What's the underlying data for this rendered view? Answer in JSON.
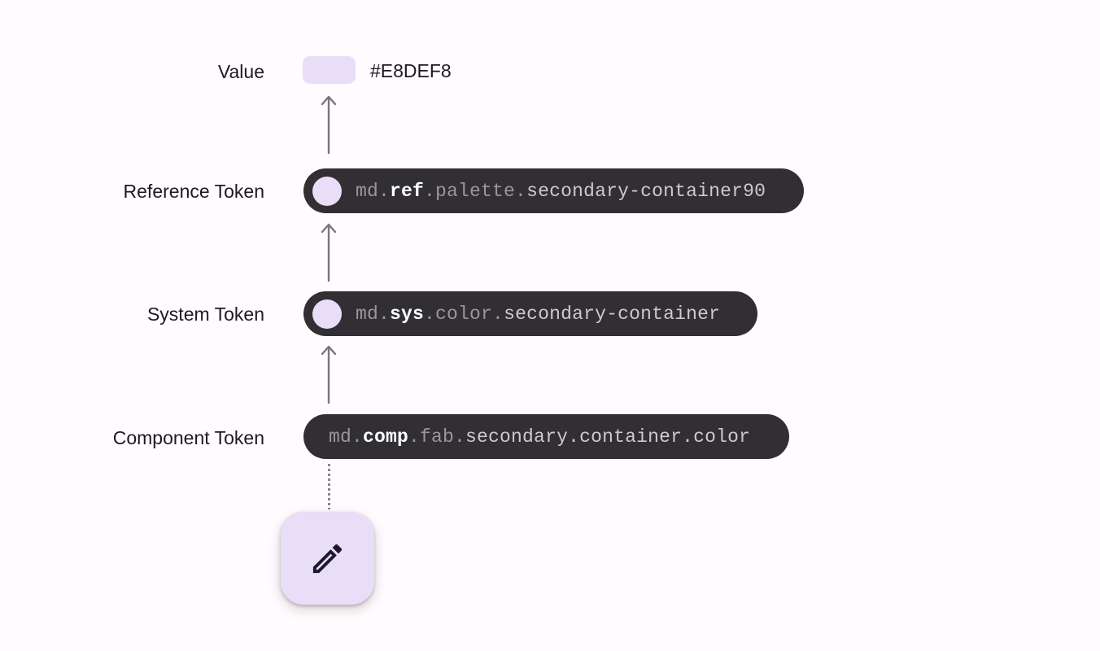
{
  "diagram": {
    "value_row": {
      "label": "Value",
      "hex_text": "#E8DEF8"
    },
    "rows": [
      {
        "label": "Reference Token",
        "segments": {
          "prefix": "md.",
          "scope": "ref",
          "middle": ".palette.",
          "name": "secondary-container90"
        }
      },
      {
        "label": "System Token",
        "segments": {
          "prefix": "md.",
          "scope": "sys",
          "middle": ".color.",
          "name": "secondary-container"
        }
      },
      {
        "label": "Component Token",
        "segments": {
          "prefix": "md.",
          "scope": "comp",
          "middle": ".fab.",
          "name": "secondary.container.color"
        }
      }
    ],
    "fab": {
      "icon": "edit-pencil-icon"
    },
    "colors": {
      "background": "#FFFBFE",
      "swatch": "#E8DEF8",
      "pill_background": "#312F33",
      "dim_text": "#9A969E",
      "bold_text": "#FFFFFF",
      "light_text": "#CDC9CF",
      "label_text": "#1C1B1F",
      "arrow": "#79747E",
      "icon": "#1D192B"
    }
  }
}
